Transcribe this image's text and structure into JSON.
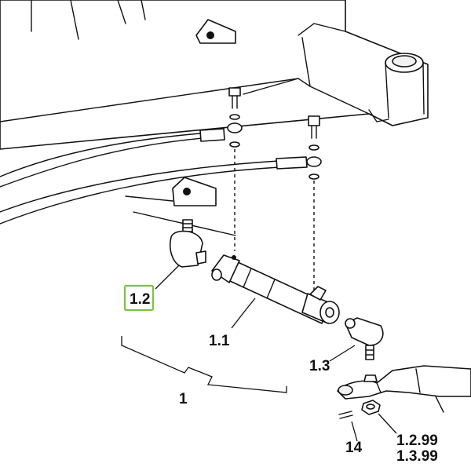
{
  "diagram": {
    "callouts": {
      "c1": "1",
      "c1_1": "1.1",
      "c1_2": "1.2",
      "c1_3": "1.3",
      "c14": "14",
      "c1_2_99": "1.2.99",
      "c1_3_99": "1.3.99"
    },
    "highlight_color": "#7bc142"
  }
}
